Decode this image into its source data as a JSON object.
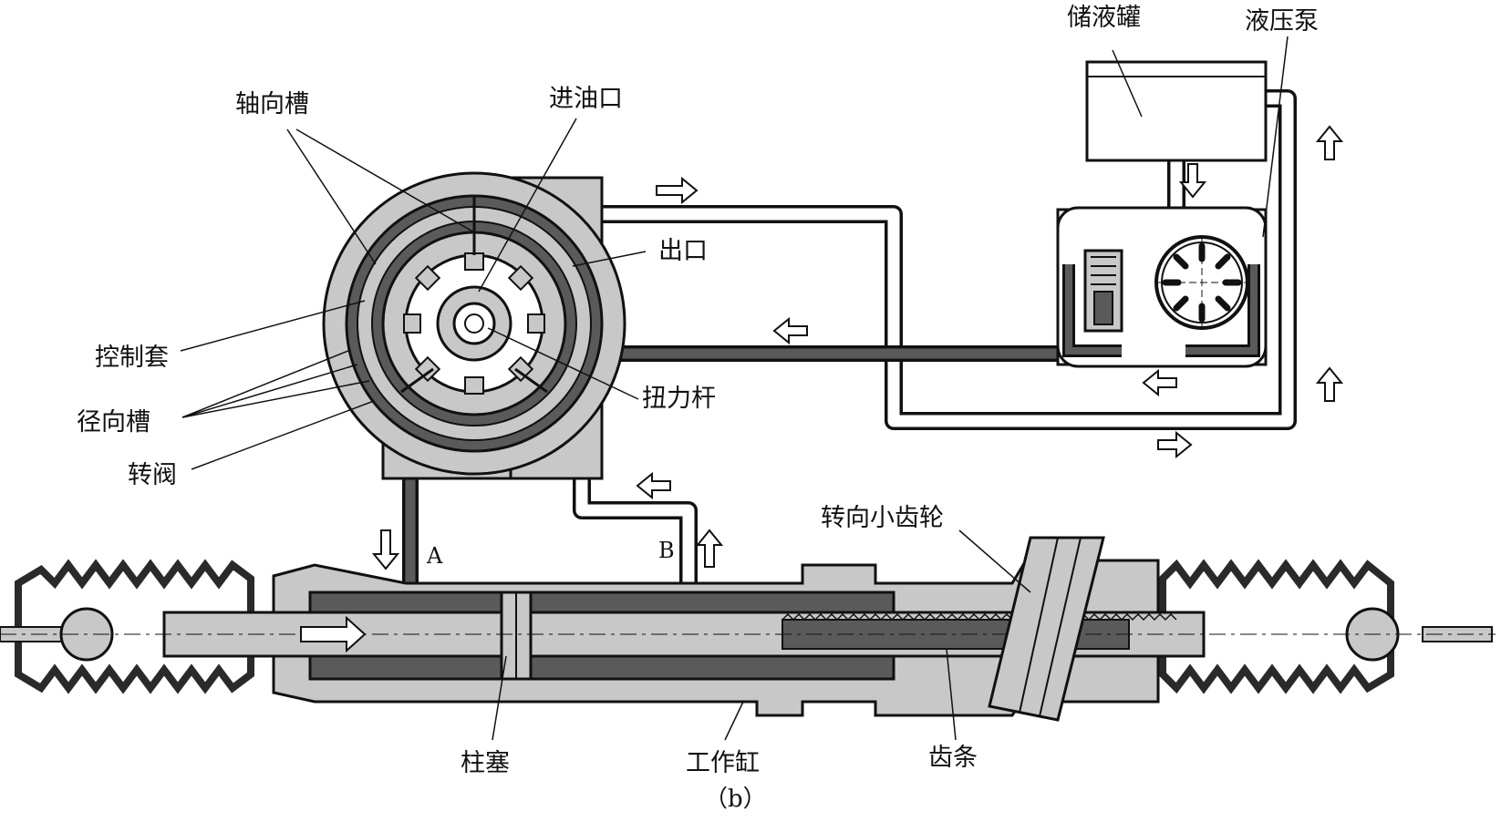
{
  "labels": {
    "reservoir": "储液罐",
    "pump": "液压泵",
    "axial_groove": "轴向槽",
    "inlet": "进油口",
    "outlet": "出口",
    "control_sleeve": "控制套",
    "torsion_bar": "扭力杆",
    "radial_groove": "径向槽",
    "rotary_valve": "转阀",
    "steering_pinion": "转向小齿轮",
    "port_a": "A",
    "port_b": "B",
    "plunger": "柱塞",
    "working_cylinder": "工作缸",
    "rack": "齿条"
  },
  "caption": "（b）",
  "colors": {
    "housing": "#c8c8c8",
    "oil": "#5a5a5a",
    "dark": "#2a2a2a",
    "line": "#111111",
    "background": "#ffffff"
  }
}
